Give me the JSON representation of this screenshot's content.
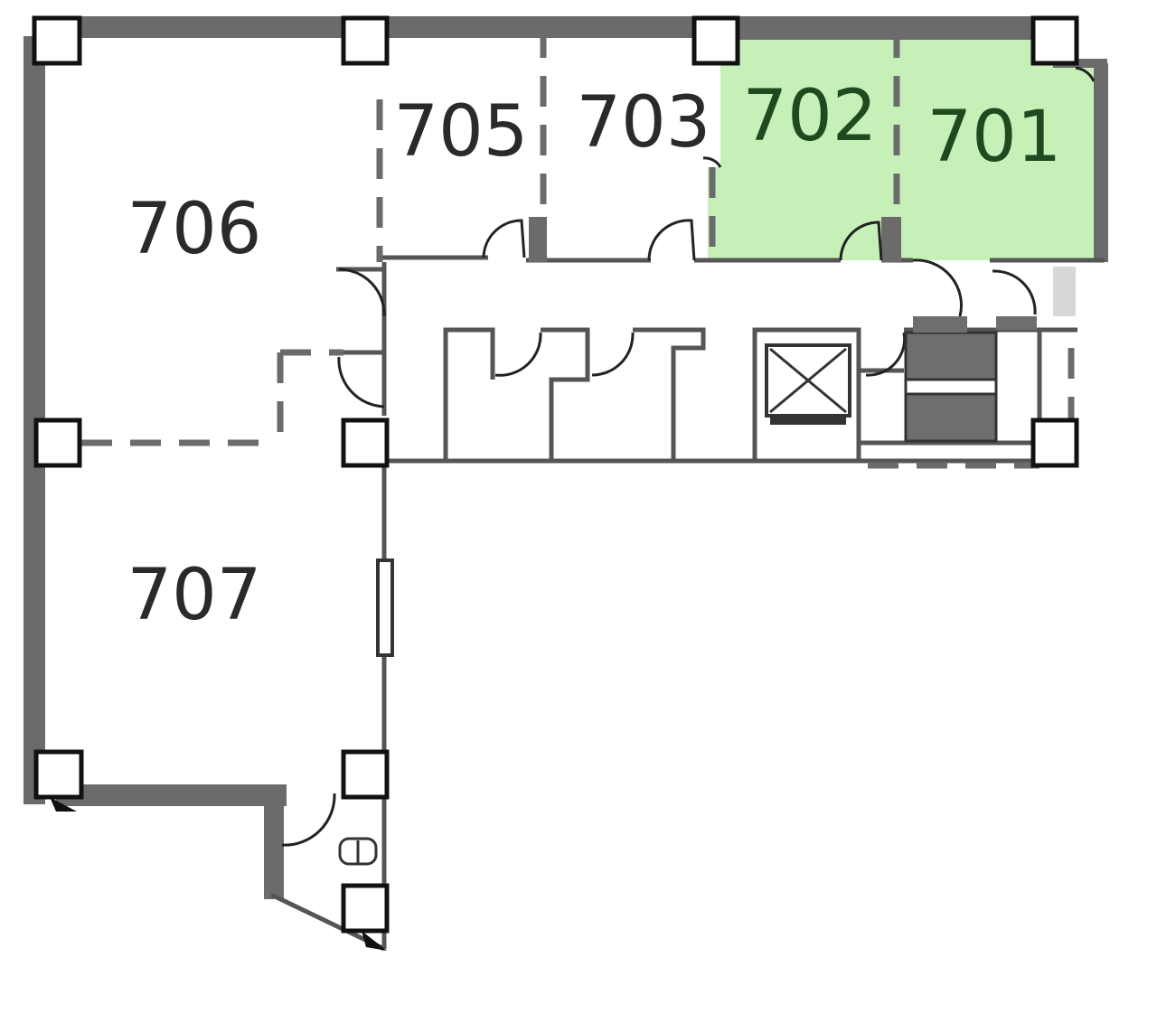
{
  "floor_plan": {
    "rooms": [
      {
        "id": "706",
        "label": "706",
        "highlighted": false
      },
      {
        "id": "705",
        "label": "705",
        "highlighted": false
      },
      {
        "id": "703",
        "label": "703",
        "highlighted": false
      },
      {
        "id": "702",
        "label": "702",
        "highlighted": true
      },
      {
        "id": "701",
        "label": "701",
        "highlighted": true
      },
      {
        "id": "707",
        "label": "707",
        "highlighted": false
      }
    ],
    "colors": {
      "highlight_fill": "#c6f0b8",
      "wall": "#6b6b6b",
      "column_stroke": "#111111",
      "label_text": "#2a2a2a",
      "highlight_label_text": "#1f4a1f"
    },
    "icons": [
      "elevator-icon",
      "stair-icon",
      "door-swing-icon"
    ]
  }
}
